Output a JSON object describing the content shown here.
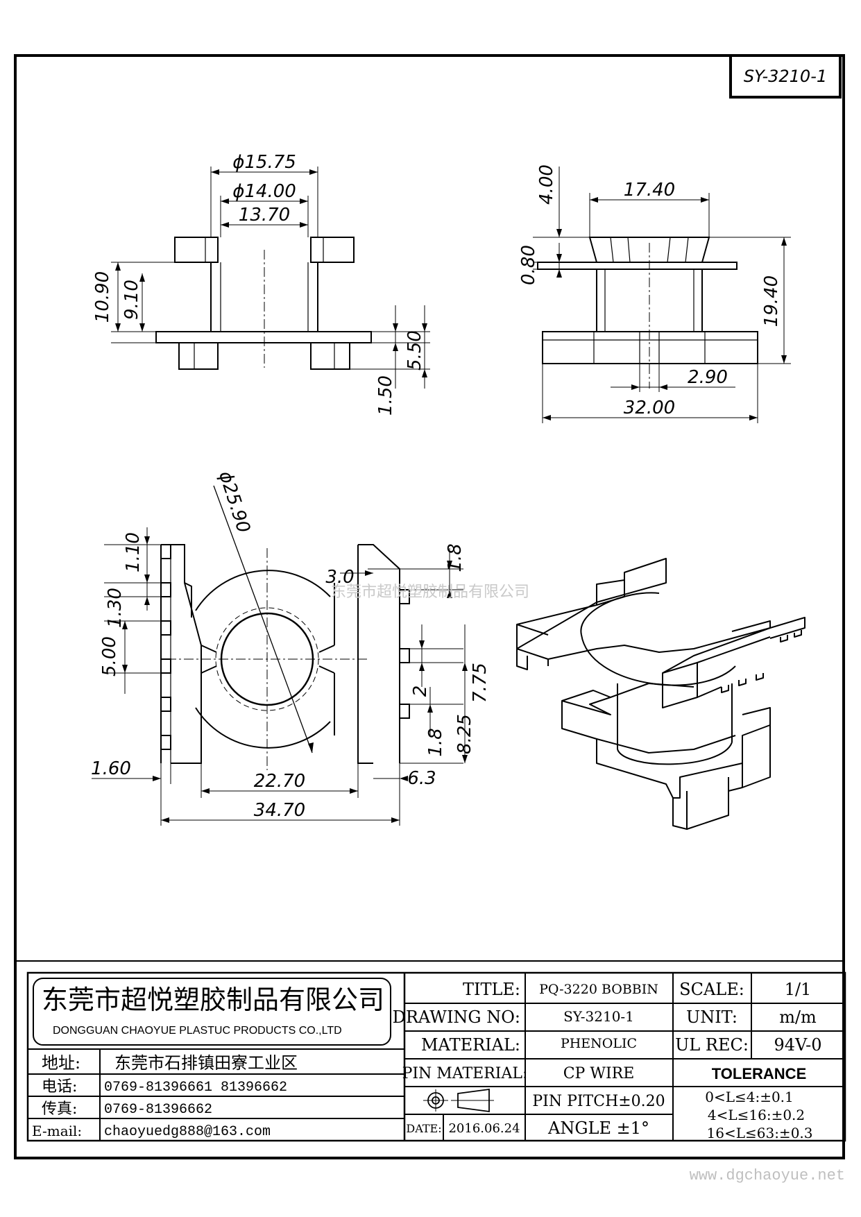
{
  "drawing_code": "SY-3210-1",
  "watermark": "东莞市超悦塑胶制品有限公司",
  "website": "www.dgchaoyue.net",
  "dimensions": {
    "front": {
      "d_outer": "ϕ15.75",
      "d_inner": "ϕ14.00",
      "width_inner": "13.70",
      "h_total": "10.90",
      "h_body": "9.10",
      "pin_h": "5.50",
      "flange_t": "1.50"
    },
    "side": {
      "top_h": "4.00",
      "top_w": "17.40",
      "flange_t": "0.80",
      "total_h": "19.40",
      "pin_w": "2.90",
      "base_w": "32.00"
    },
    "top": {
      "d_circle": "ϕ25.90",
      "d_1_10": "1.10",
      "d_1_30": "1.30",
      "d_5_00": "5.00",
      "d_3_0": "3.0",
      "d_1_8a": "1.8",
      "d_7_75": "7.75",
      "d_2": "2",
      "d_1_8b": "1.8",
      "d_8_25": "8.25",
      "d_1_60": "1.60",
      "d_22_70": "22.70",
      "d_6_3": "6.3",
      "d_34_70": "34.70"
    }
  },
  "company": {
    "name_cn": "东莞市超悦塑胶制品有限公司",
    "name_en": "DONGGUAN CHAOYUE PLASTUC PRODUCTS CO.,LTD",
    "address_label": "地址:",
    "address": "东莞市石排镇田寮工业区",
    "tel_label": "电话:",
    "tel": "0769-81396661  81396662",
    "fax_label": "传真:",
    "fax": "0769-81396662",
    "email_label": "E-mail:",
    "email": "chaoyuedg888@163.com"
  },
  "title_block": {
    "title_label": "TITLE:",
    "title": "PQ-3220 BOBBIN",
    "drawing_no_label": "DRAWING NO:",
    "drawing_no": "SY-3210-1",
    "material_label": "MATERIAL:",
    "material": "PHENOLIC",
    "pin_material_label": "PIN MATERIAL:",
    "pin_material": "CP WIRE",
    "pin_pitch": "PIN PITCH±0.20",
    "date_label": "DATE:",
    "date": "2016.06.24",
    "angle": "ANGLE  ±1°",
    "scale_label": "SCALE:",
    "scale": "1/1",
    "unit_label": "UNIT:",
    "unit": "m/m",
    "ul_label": "UL REC:",
    "ul": "94V-0",
    "tolerance_label": "TOLERANCE",
    "tolerances": [
      "0<L≤4:±0.1",
      "4<L≤16:±0.2",
      "16<L≤63:±0.3"
    ]
  }
}
